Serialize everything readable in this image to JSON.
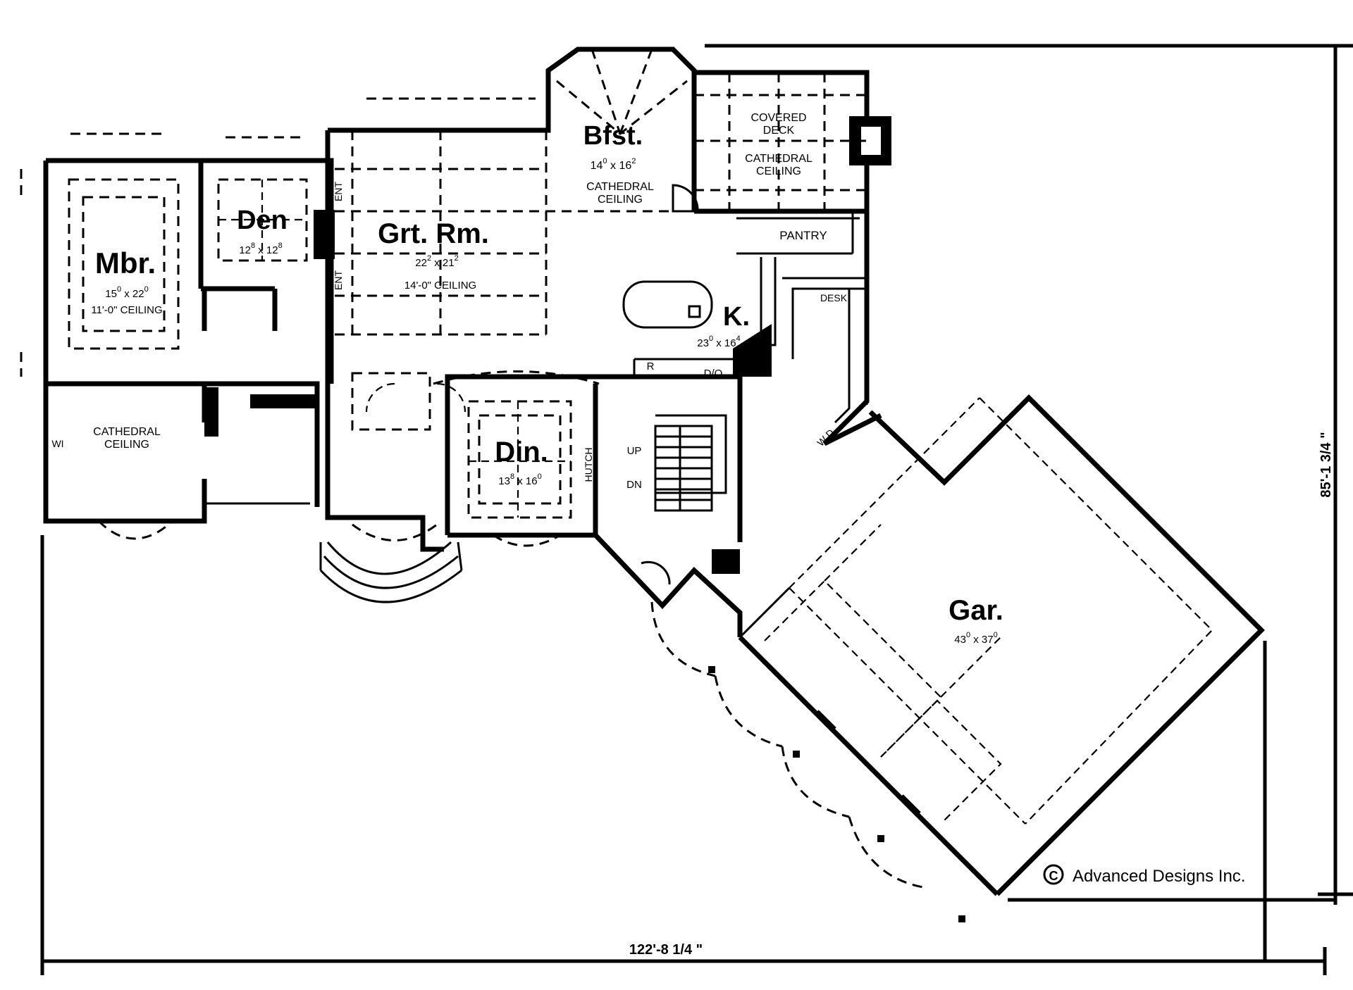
{
  "rooms": {
    "bfst": {
      "name": "Bfst.",
      "size_a": "14",
      "sup_a": "0",
      "size_b": "x 16",
      "sup_b": "2",
      "note1": "CATHEDRAL",
      "note2": "CEILING"
    },
    "covered_deck": {
      "line1": "COVERED",
      "line2": "DECK",
      "line3": "CATHEDRAL",
      "line4": "CEILING"
    },
    "den": {
      "name": "Den",
      "size_a": "12",
      "sup_a": "8",
      "size_b": "x 12",
      "sup_b": "8"
    },
    "grt_rm": {
      "name": "Grt. Rm.",
      "size_a": "22",
      "sup_a": "2",
      "size_b": "x 21",
      "sup_b": "2",
      "note": "14'-0\" CEILING"
    },
    "mbr": {
      "name": "Mbr.",
      "size_a": "15",
      "sup_a": "0",
      "size_b": "x 22",
      "sup_b": "0",
      "note": "11'-0\" CEILING"
    },
    "pantry": {
      "name": "PANTRY"
    },
    "desk": {
      "name": "DESK"
    },
    "kitchen": {
      "name": "K.",
      "size_a": "23",
      "sup_a": "0",
      "size_b": "x 16",
      "sup_b": "4"
    },
    "master_bath": {
      "line1": "CATHEDRAL",
      "line2": "CEILING"
    },
    "din": {
      "name": "Din.",
      "size_a": "13",
      "sup_a": "8",
      "size_b": "x 16",
      "sup_b": "0"
    },
    "gar": {
      "name": "Gar.",
      "size_a": "43",
      "sup_a": "0",
      "size_b": "x 37",
      "sup_b": "0"
    }
  },
  "labels": {
    "ent_top": "ENT",
    "ent_bottom": "ENT",
    "refrigerator": "R",
    "dishwasher": "D/O",
    "hutch": "HUTCH",
    "stairs_up": "UP",
    "stairs_down": "DN",
    "laundry": "W  D",
    "wic": "WI"
  },
  "dimensions": {
    "width": "122'-8 1/4 \"",
    "depth": "85'-1 3/4 \""
  },
  "copyright": {
    "symbol": "C",
    "text": "Advanced Designs Inc."
  }
}
